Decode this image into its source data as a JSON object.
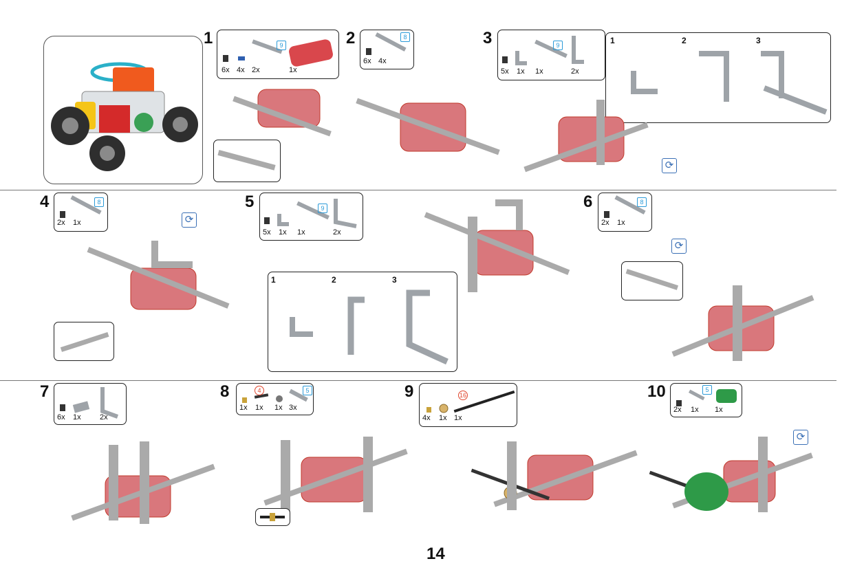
{
  "page_number": "14",
  "steps": [
    {
      "num": "1",
      "qty": [
        "6x",
        "4x",
        "2x",
        "1x"
      ],
      "len": "9"
    },
    {
      "num": "2",
      "qty": [
        "6x",
        "4x"
      ],
      "len": "8"
    },
    {
      "num": "3",
      "qty": [
        "5x",
        "1x",
        "1x",
        "2x"
      ],
      "len": "9",
      "sub": [
        "1",
        "2",
        "3"
      ]
    },
    {
      "num": "4",
      "qty": [
        "2x",
        "1x"
      ],
      "len": "8"
    },
    {
      "num": "5",
      "qty": [
        "5x",
        "1x",
        "1x",
        "2x"
      ],
      "len": "9",
      "sub": [
        "1",
        "2",
        "3"
      ]
    },
    {
      "num": "6",
      "qty": [
        "2x",
        "1x"
      ],
      "len": "8"
    },
    {
      "num": "7",
      "qty": [
        "6x",
        "1x",
        "2x"
      ]
    },
    {
      "num": "8",
      "qty": [
        "1x",
        "1x",
        "1x",
        "3x"
      ],
      "len": "5",
      "len_red": "4"
    },
    {
      "num": "9",
      "qty": [
        "4x",
        "1x",
        "1x"
      ],
      "len_red": "16"
    },
    {
      "num": "10",
      "qty": [
        "2x",
        "1x",
        "1x"
      ],
      "len": "5"
    }
  ],
  "rotate_icon": "rotate-icon",
  "colors": {
    "motor": "#c9464a",
    "beam": "#9ea3a8",
    "accent": "#2a9ad8",
    "highlight": "#e0452c"
  }
}
